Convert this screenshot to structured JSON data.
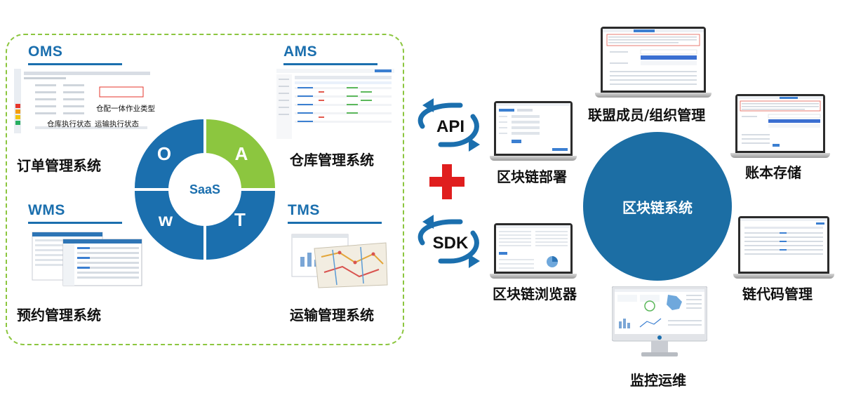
{
  "saas_panel": {
    "center_label": "SaaS",
    "quadrants": [
      {
        "letter": "O",
        "color": "#1b6fae"
      },
      {
        "letter": "A",
        "color": "#8cc63f"
      },
      {
        "letter": "w",
        "color": "#1b6fae"
      },
      {
        "letter": "T",
        "color": "#1b6fae"
      }
    ],
    "systems": [
      {
        "abbr": "OMS",
        "name": "订单管理系统",
        "thumb_texts": [
          "仓配一体作业类型",
          "仓库执行状态",
          "运输执行状态"
        ]
      },
      {
        "abbr": "AMS",
        "name": "仓库管理系统"
      },
      {
        "abbr": "WMS",
        "name": "预约管理系统"
      },
      {
        "abbr": "TMS",
        "name": "运输管理系统"
      }
    ]
  },
  "connectors": {
    "api_label": "API",
    "sdk_label": "SDK",
    "plus_color": "#e01e1e",
    "arrow_color": "#1b6fae"
  },
  "blockchain": {
    "deploy_label": "区块链部署",
    "browser_label": "区块链浏览器",
    "center_label": "区块链系统",
    "center_color": "#1c6ea4",
    "modules": [
      {
        "name": "联盟成员/组织管理"
      },
      {
        "name": "账本存储"
      },
      {
        "name": "链代码管理"
      },
      {
        "name": "监控运维"
      }
    ]
  }
}
